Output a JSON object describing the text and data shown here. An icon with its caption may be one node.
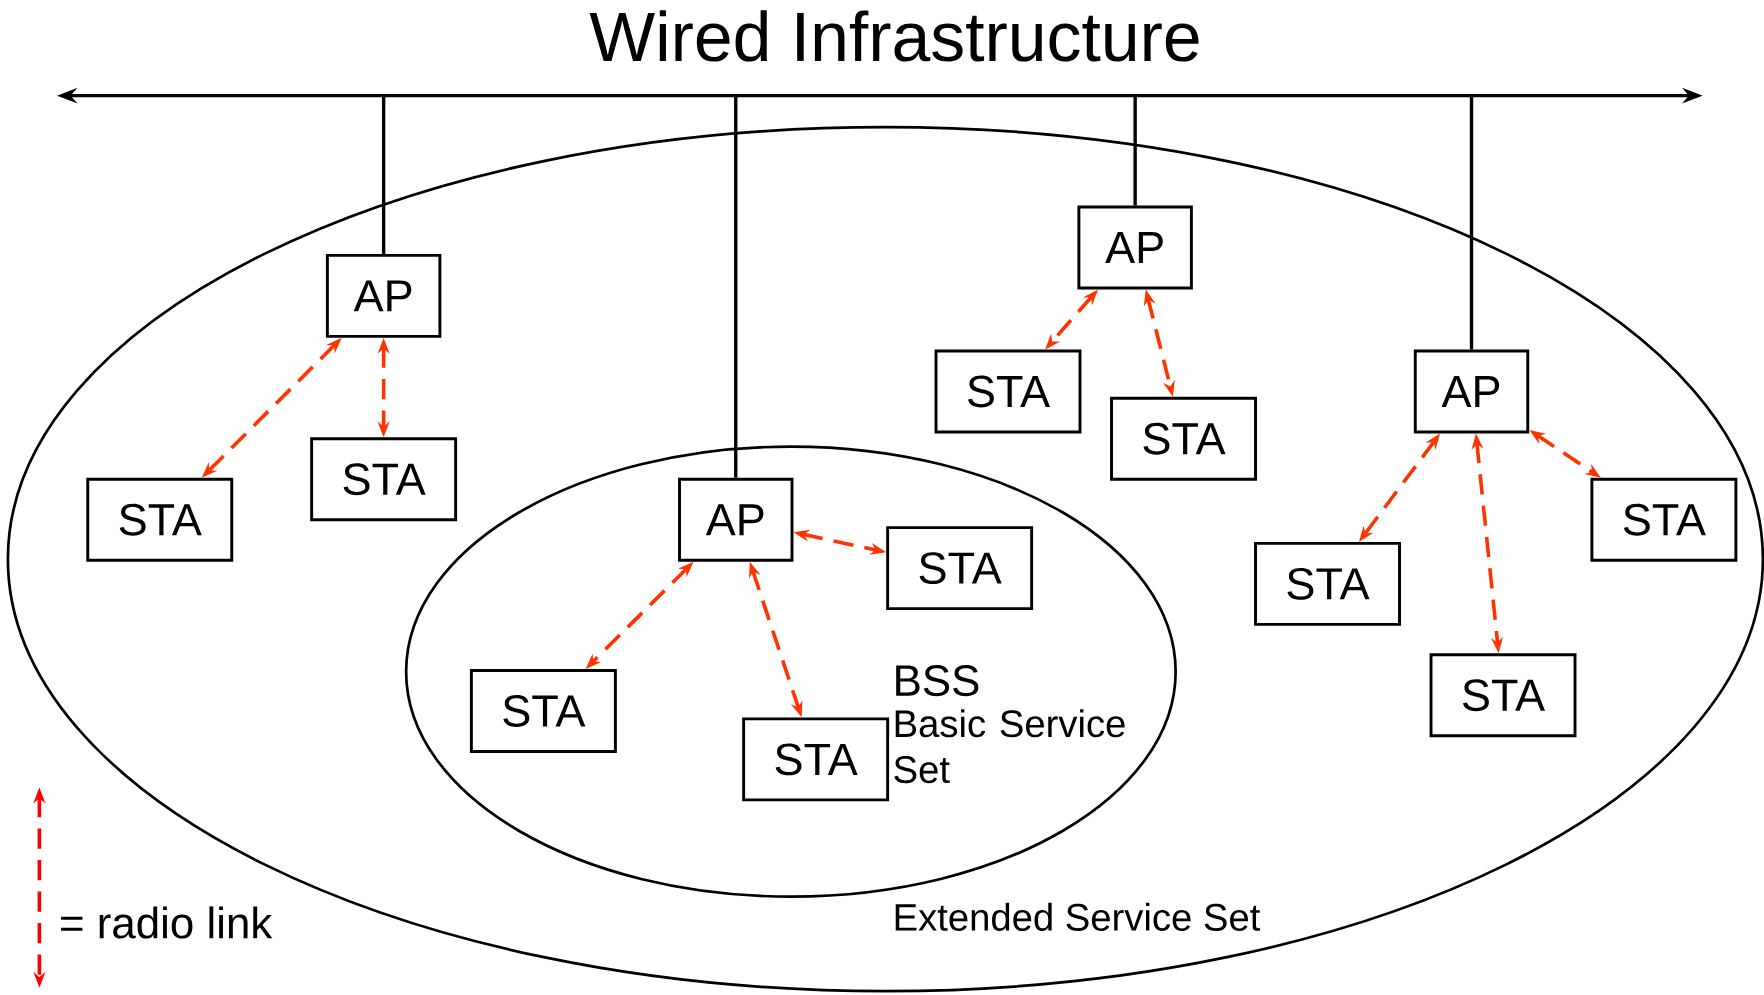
{
  "diagram": {
    "title": "Wired Infrastructure",
    "nodes": [
      {
        "text": [],
        "shape": "bar"
      },
      {
        "text": [
          "Extended Service Set"
        ]
      },
      {
        "text": [
          "AP"
        ],
        "in": 1
      },
      {
        "text": [
          "STA"
        ],
        "in": 1
      },
      {
        "text": [
          "STA"
        ],
        "in": 1
      },
      {
        "text": [
          "AP"
        ],
        "in": 1
      },
      {
        "text": [
          "STA"
        ],
        "in": 1
      },
      {
        "text": [
          "STA"
        ],
        "in": 1
      },
      {
        "text": [
          "AP"
        ],
        "in": 1
      },
      {
        "text": [
          "STA"
        ],
        "in": 1
      },
      {
        "text": [
          "STA"
        ],
        "in": 1
      },
      {
        "text": [
          "STA"
        ],
        "in": 1
      },
      {
        "text": [
          "BSS",
          "Basic Service Set"
        ],
        "in": 1
      },
      {
        "text": [
          "AP"
        ],
        "in": 12
      },
      {
        "text": [
          "STA"
        ],
        "in": 12
      },
      {
        "text": [
          "STA"
        ],
        "in": 12
      },
      {
        "text": [
          "STA"
        ],
        "in": 12
      }
    ],
    "edges": [
      {
        "from": 2,
        "to": 0,
        "arrow": "none",
        "color": "#000000"
      },
      {
        "from": 13,
        "to": 0,
        "arrow": "none",
        "color": "#000000"
      },
      {
        "from": 5,
        "to": 0,
        "arrow": "none",
        "color": "#000000"
      },
      {
        "from": 8,
        "to": 0,
        "arrow": "none",
        "color": "#000000"
      },
      {
        "from": 2,
        "to": 3,
        "arrow": "both",
        "style": "dashed",
        "color": "#ff3300"
      },
      {
        "from": 2,
        "to": 4,
        "arrow": "both",
        "style": "dashed",
        "color": "#ff3300"
      },
      {
        "from": 5,
        "to": 6,
        "arrow": "both",
        "style": "dashed",
        "color": "#ff3300"
      },
      {
        "from": 5,
        "to": 7,
        "arrow": "both",
        "style": "dashed",
        "color": "#ff3300"
      },
      {
        "from": 8,
        "to": 10,
        "arrow": "both",
        "style": "dashed",
        "color": "#ff3300"
      },
      {
        "from": 8,
        "to": 11,
        "arrow": "both",
        "style": "dashed",
        "color": "#ff3300"
      },
      {
        "from": 8,
        "to": 9,
        "arrow": "both",
        "style": "dashed",
        "color": "#ff3300"
      },
      {
        "from": 13,
        "to": 14,
        "arrow": "both",
        "style": "dashed",
        "color": "#ff3300"
      },
      {
        "from": 13,
        "to": 15,
        "arrow": "both",
        "style": "dashed",
        "color": "#ff3300"
      },
      {
        "from": 13,
        "to": 16,
        "arrow": "both",
        "style": "dashed",
        "color": "#ff3300"
      }
    ],
    "legend": [
      {
        "text": "= radio link"
      }
    ]
  }
}
